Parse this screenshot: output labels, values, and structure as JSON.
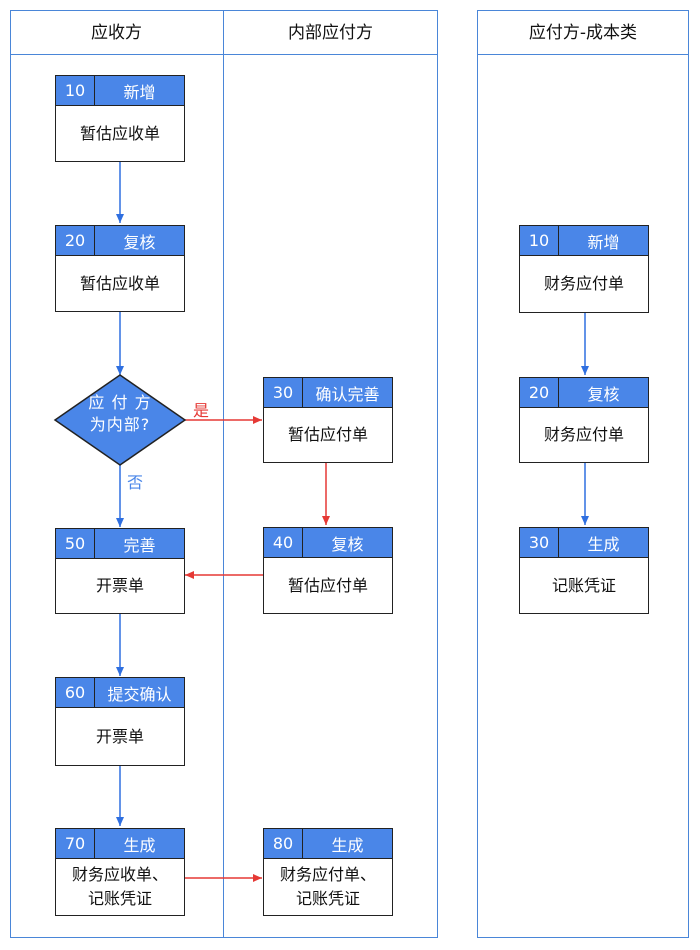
{
  "colors": {
    "lane_border": "#4a86d8",
    "node_header": "#4a86e8",
    "flow_blue": "#2f6fe0",
    "flow_red": "#e53935"
  },
  "lanes": [
    {
      "title": "应收方"
    },
    {
      "title": "内部应付方"
    },
    {
      "title": "应付方-成本类"
    }
  ],
  "nodes": {
    "ar10": {
      "num": "10",
      "action": "新增",
      "text": "暂估应收单"
    },
    "ar20": {
      "num": "20",
      "action": "复核",
      "text": "暂估应收单"
    },
    "ar50": {
      "num": "50",
      "action": "完善",
      "text": "开票单"
    },
    "ar60": {
      "num": "60",
      "action": "提交确认",
      "text": "开票单"
    },
    "ar70": {
      "num": "70",
      "action": "生成",
      "text": "财务应收单、\n记账凭证"
    },
    "ip30": {
      "num": "30",
      "action": "确认完善",
      "text": "暂估应付单"
    },
    "ip40": {
      "num": "40",
      "action": "复核",
      "text": "暂估应付单"
    },
    "ip80": {
      "num": "80",
      "action": "生成",
      "text": "财务应付单、\n记账凭证"
    },
    "cp10": {
      "num": "10",
      "action": "新增",
      "text": "财务应付单"
    },
    "cp20": {
      "num": "20",
      "action": "复核",
      "text": "财务应付单"
    },
    "cp30": {
      "num": "30",
      "action": "生成",
      "text": "记账凭证"
    }
  },
  "decision": {
    "text": "应 付 方\n为内部?",
    "yes": "是",
    "no": "否"
  }
}
